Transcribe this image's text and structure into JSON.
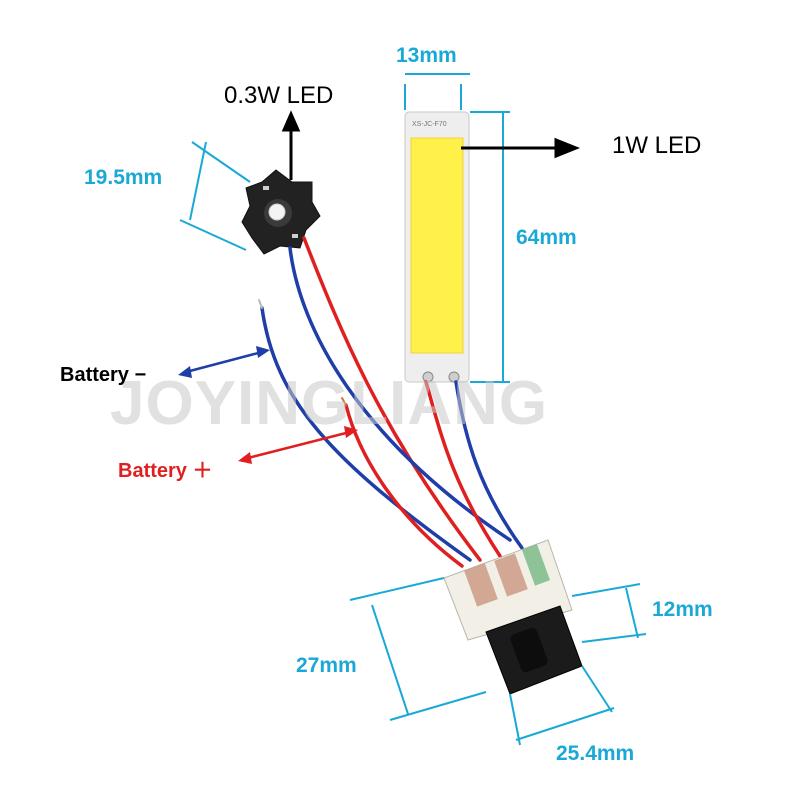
{
  "labels": {
    "led_small": "0.3W  LED",
    "led_large": "1W LED",
    "width_cob": "13mm",
    "length_cob": "64mm",
    "star_size": "19.5mm",
    "battery_neg": "Battery −",
    "battery_pos": "Battery ＋",
    "switch_height": "27mm",
    "switch_depth": "12mm",
    "switch_width": "25.4mm",
    "cob_marking": "XS-JC-F70"
  },
  "watermark": "JOYINGLIANG",
  "colors": {
    "dimension": "#1aa9d6",
    "wire_red": "#e02020",
    "wire_blue": "#1f3ea8",
    "battery_neg_text": "#000000",
    "battery_pos_text": "#e02020",
    "cob_phosphor": "#fff14a"
  }
}
